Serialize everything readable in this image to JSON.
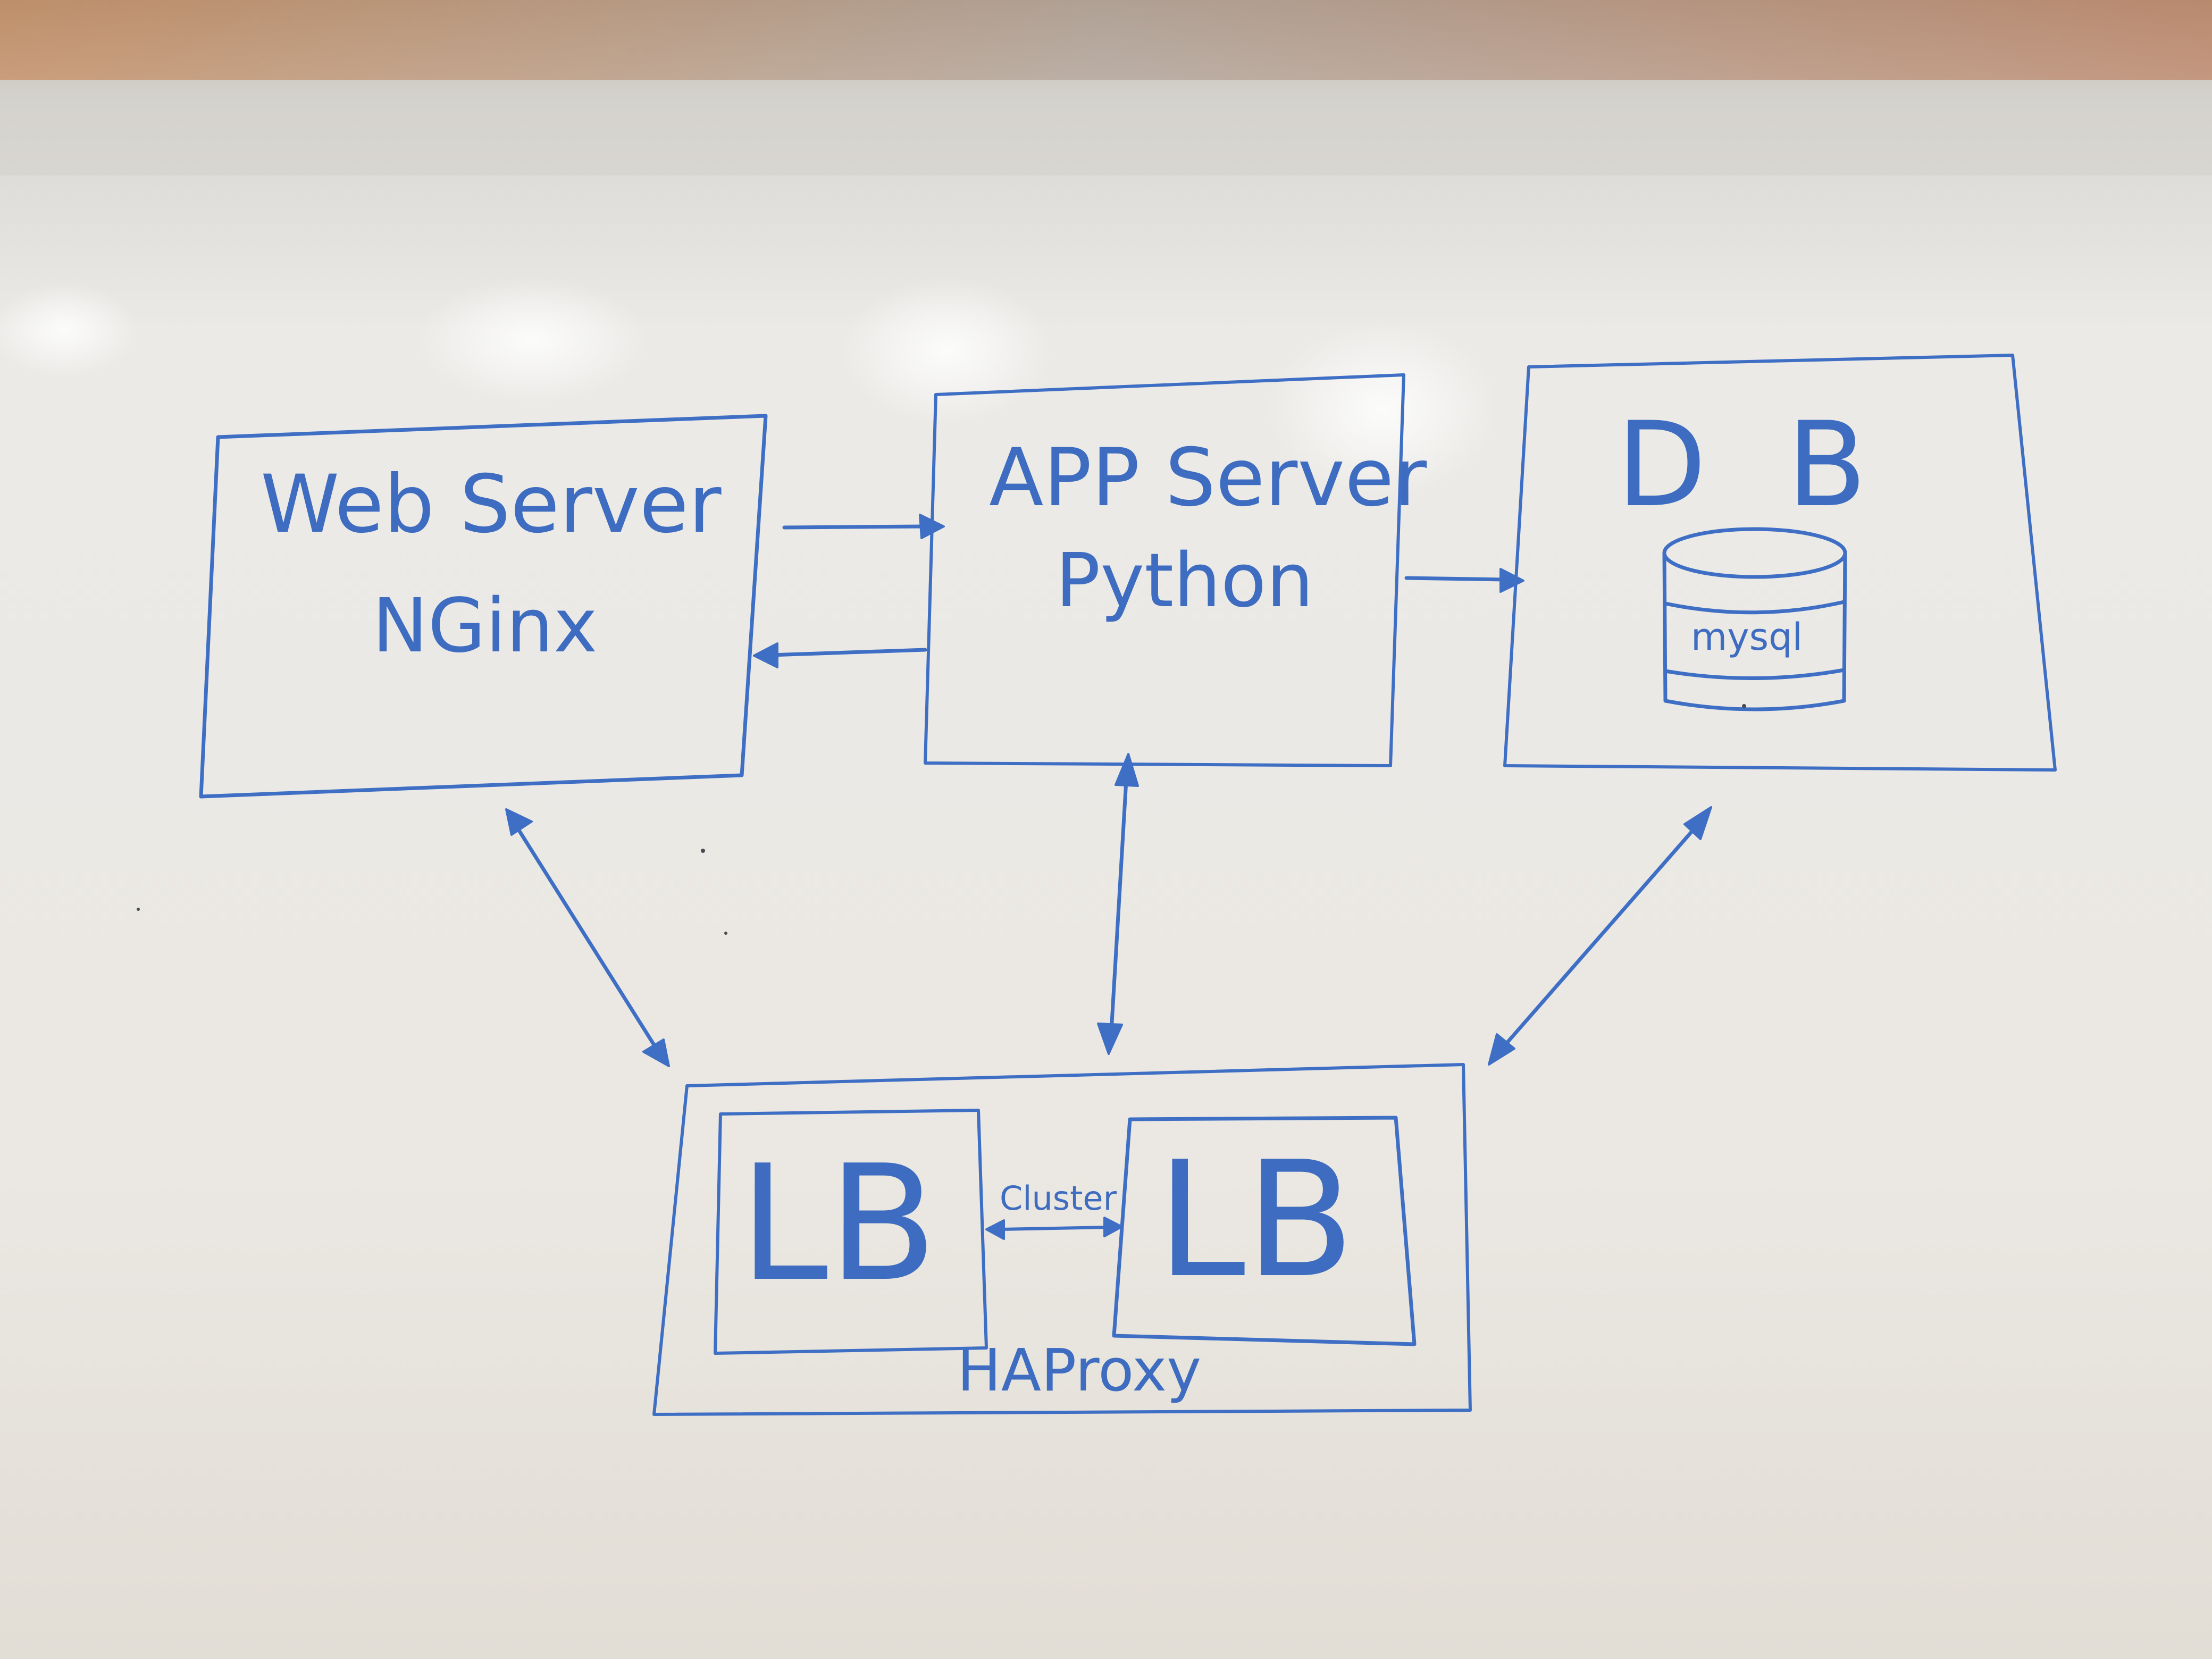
{
  "web_server": {
    "title": "Web Server",
    "subtitle": "NGinx"
  },
  "app_server": {
    "title": "APP Server",
    "subtitle": "Python"
  },
  "db": {
    "title_d": "D",
    "title_b": "B",
    "engine": "mysql"
  },
  "haproxy": {
    "label": "HAProxy",
    "lb_left": "LB",
    "lb_right": "LB",
    "link_label": "Cluster"
  },
  "colors": {
    "ink": "#3e6fc4",
    "board": "#eceae6"
  }
}
